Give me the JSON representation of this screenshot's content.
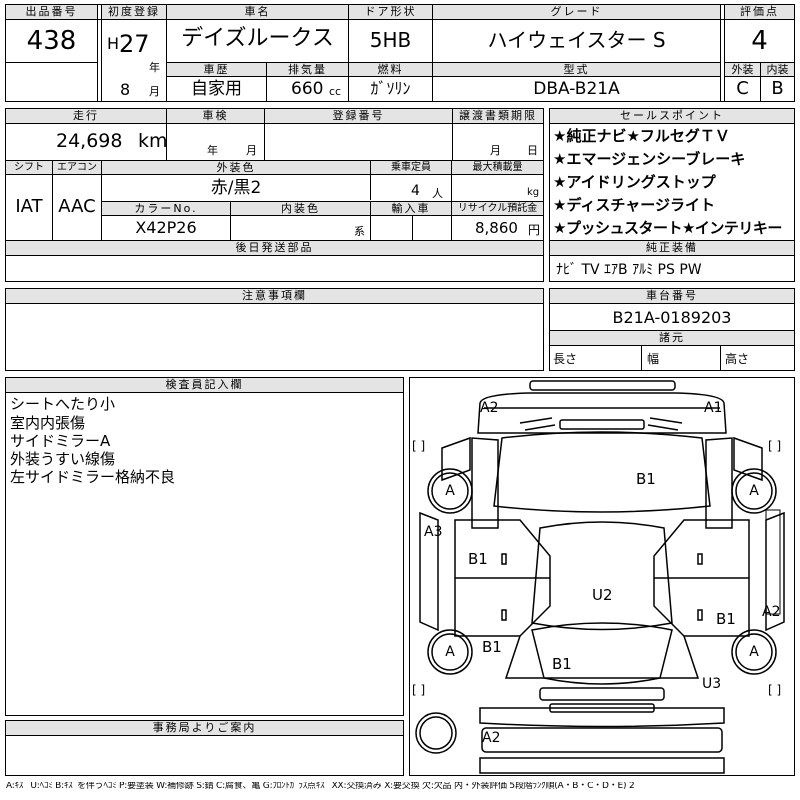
{
  "header": {
    "lot_label": "出品番号",
    "lot_value": "438",
    "first_reg_label": "初度登録",
    "era": "H",
    "year": "27",
    "year_unit": "年",
    "month": "8",
    "month_unit": "月",
    "car_name_label": "車名",
    "car_name": "デイズルークス",
    "door_label": "ドア形状",
    "door": "5HB",
    "grade_label": "グレード",
    "grade": "ハイウェイスター S",
    "score_label": "評価点",
    "score": "4",
    "history_label": "車歴",
    "history": "自家用",
    "displacement_label": "排気量",
    "displacement": "660",
    "displacement_unit": "cc",
    "fuel_label": "燃料",
    "fuel": "ｶﾞｿﾘﾝ",
    "model_label": "型式",
    "model": "DBA-B21A",
    "exterior_label": "外装",
    "exterior": "C",
    "interior_label": "内装",
    "interior": "B"
  },
  "specs": {
    "mileage_label": "走行",
    "mileage": "24,698",
    "mileage_unit": "km",
    "inspection_label": "車検",
    "inspection_year": "年",
    "inspection_month": "月",
    "reg_no_label": "登録番号",
    "transfer_label": "譲渡書類期限",
    "transfer_month": "月",
    "transfer_day": "日",
    "shift_label": "シフト",
    "shift": "IAT",
    "ac_label": "エアコン",
    "ac": "AAC",
    "ext_color_label": "外装色",
    "ext_color": "赤/黒2",
    "capacity_label": "乗車定員",
    "capacity": "4",
    "capacity_unit": "人",
    "load_label": "最大積載量",
    "load_unit": "kg",
    "color_no_label": "カラーNo.",
    "color_no": "X42P26",
    "int_color_label": "内装色",
    "int_color_unit": "系",
    "import_label": "輸入車",
    "recycle_label": "リサイクル預託金",
    "recycle": "8,860",
    "recycle_unit": "円",
    "later_parts_label": "後日発送部品"
  },
  "selling_points": {
    "label": "セールスポイント",
    "items": [
      "★純正ナビ★フルセグＴＶ",
      "★エマージェンシーブレーキ",
      "★アイドリングストップ",
      "★ディスチャージライト",
      "★プッシュスタート★インテリキー"
    ]
  },
  "equipment": {
    "label": "純正装備",
    "value": "ﾅﾋﾞ TV ｴｱB ｱﾙﾐ PS PW"
  },
  "notes": {
    "label": "注意事項欄"
  },
  "chassis": {
    "label": "車台番号",
    "value": "B21A-0189203",
    "dims_label": "諸元",
    "length_label": "長さ",
    "width_label": "幅",
    "height_label": "高さ"
  },
  "inspector": {
    "label": "検査員記入欄",
    "lines": [
      "シートへたり小",
      "室内内張傷",
      "サイドミラーA",
      "外装うすい線傷",
      "左サイドミラー格納不良"
    ]
  },
  "office": {
    "label": "事務局よりご案内"
  },
  "diagram": {
    "marks": {
      "top_left": "A2",
      "top_right": "A1",
      "hood": "B1",
      "left_fender": "A3",
      "left_front_door": "B1",
      "roof": "U2",
      "right_rear_door": "B1",
      "right_rear_panel": "A2",
      "left_rear_door": "B1",
      "rear_hatch": "B1",
      "right_rear_corner": "U3",
      "bottom_left": "A2",
      "wheel_fl": "A",
      "wheel_fr": "A",
      "wheel_rl": "A",
      "wheel_rr": "A",
      "bracket": "[ ]"
    }
  },
  "legend": "A:ｷｽﾞ U:ﾍｺﾐ B:ｷｽﾞを伴うﾍｺﾐ P:要塗装 W:補修跡 S:錆 C:腐食、亀 G:ﾌﾛﾝﾄｶﾞﾗｽ点ｷｽﾞ XX:交換済み X:要交換 欠:欠品 内・外装評価 5段階ﾗﾝｸ順(A・B・C・D・E) 2"
}
